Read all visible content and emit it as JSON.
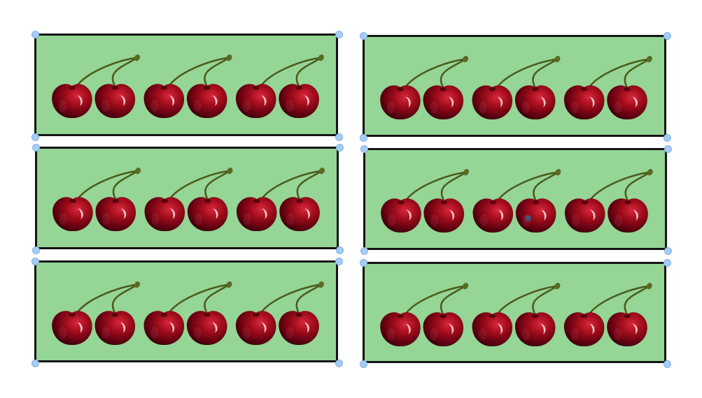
{
  "colors": {
    "panel_fill": "#95d595",
    "panel_border": "#141414",
    "handle": "#a8ccf2",
    "cherry_dark": "#3a0008",
    "cherry_mid": "#8e0012",
    "cherry_light": "#c2182a",
    "stem": "#4a5a1a"
  },
  "diagram": {
    "panels": [
      {
        "id": "panel-1",
        "pairs": 3,
        "cherries": 6
      },
      {
        "id": "panel-2",
        "pairs": 3,
        "cherries": 6
      },
      {
        "id": "panel-3",
        "pairs": 3,
        "cherries": 6
      },
      {
        "id": "panel-4",
        "pairs": 3,
        "cherries": 6,
        "marked_cherry": 4
      },
      {
        "id": "panel-5",
        "pairs": 3,
        "cherries": 6
      },
      {
        "id": "panel-6",
        "pairs": 3,
        "cherries": 6
      }
    ],
    "icons": [
      "cherry-pair-icon",
      "selection-handle-icon"
    ]
  }
}
